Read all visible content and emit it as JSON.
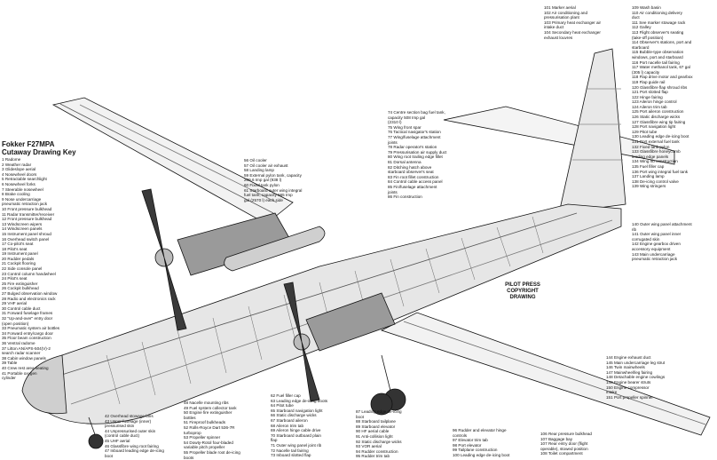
{
  "title": "Fokker F27MPA",
  "subtitle": "Cutaway Drawing Key",
  "watermark": "PILOT PRESS COPYRIGHT DRAWING",
  "key_left": [
    "1 Radome",
    "2 Weather radar",
    "3 Glideslope aerial",
    "4 Nosewheel doors",
    "5 Retractable searchlight",
    "6 Nosewheel forks",
    "7 Steerable nosewheel",
    "8 Brake cooling",
    "9 Nose undercarriage",
    "   pneumatic retraction jack",
    "10 Front pressure bulkhead",
    "11 Radar transmitter/receiver",
    "12 Front pressure bulkhead",
    "13 Windscreen wipers",
    "14 Windscreen panels",
    "15 Instrument panel shroud",
    "16 Overhead switch panel",
    "17 Co-pilot's seat",
    "18 Pilot's seat",
    "19 Instrument panel",
    "20 Rudder pedals",
    "21 Cockpit flooring",
    "22 Side console panel",
    "23 Control column handwheel",
    "24 Pilot's seat",
    "25 Fire extinguisher",
    "26 Cockpit bulkhead",
    "27 Bulged observation window",
    "28 Radio and electronics rack",
    "29 VHF aerial",
    "30 Control cable duct",
    "31 Forward fuselage frames",
    "32 \"Up-and-over\" entry door",
    "   (open position)",
    "33 Pneumatic system air bottles",
    "34 Forward entry/cargo door",
    "35 Floor beam construction",
    "36 Ventral radome",
    "37 Litton AN/APS-504(V)-2",
    "   search radar scanner",
    "38 Cabin window panels",
    "39 Table",
    "40 Crew rest area seating",
    "41 Portable oxygen",
    "   cylinder"
  ],
  "key_bottom1": [
    "42 Overhead stowage bins",
    "43 Upper fuselage (inner)",
    "   pressurised skin",
    "44 Unpressurised outer skin",
    "   (control cable duct)",
    "45 UHF aerial",
    "46 Glassfibre wing root fairing",
    "47 Inboard leading edge de-icing",
    "   boot"
  ],
  "key_bottom2": [
    "48 Nacelle mounting ribs",
    "49 Fuel system collector tank",
    "50 Engine fire extinguisher",
    "   bottles",
    "51 Fireproof bulkheads",
    "52 Rolls-Royce Dart 536-7R",
    "   turboprop",
    "53 Propeller spinner",
    "54 Dowty-Rotol four-bladed",
    "   variable pitch propeller",
    "55 Propeller blade root de-icing",
    "   boots"
  ],
  "key_bottom3": [
    "62 Fuel filler cap",
    "63 Leading edge de-icing boots",
    "64 Pitot tube",
    "65 Starboard navigation light",
    "66 Static discharge wicks",
    "67 Starboard aileron",
    "68 Aileron trim tab",
    "69 Aileron hinge cable drive",
    "70 Starboard outboard plain",
    "   flap",
    "71 Outer wing panel joint rib",
    "72 Nacelle tail fairing",
    "73 Inboard slotted flap"
  ],
  "key_bottom4": [
    "87 Leading edge de-icing",
    "   boot",
    "88 Starboard tailplane",
    "89 Starboard elevator",
    "90 HF aerial cable",
    "91 Anti-collision light",
    "92 Static discharge wicks",
    "93 VOR aerial",
    "94 Rudder construction",
    "95 Rudder trim tab"
  ],
  "key_bottom5": [
    "96 Rudder and elevator hinge",
    "   controls",
    "97 Elevator trim tab",
    "98 Port elevator",
    "99 Tailplane construction",
    "100 Leading edge de-icing boot"
  ],
  "key_bottom6": [
    "106 Rear pressure bulkhead",
    "107 Baggage bay",
    "107 Rear entry door (flight",
    "   operable), stowed position",
    "108 Toilet compartment"
  ],
  "key_mid": [
    "56 Oil cooler",
    "57 Oil cooler air exhaust",
    "58 Landing lamp",
    "59 External pylon tank, capacity",
    "   209.6 Imp gal (938 l)",
    "60 Fixed tank pylon",
    "61 Starboard outer wing integral",
    "   fuel tank, capacity 965 Imp",
    "   gal (2570 l) each side"
  ],
  "key_centre": [
    "74 Centre section bag fuel tank,",
    "   capacity 508 Imp gal",
    "   (2310 l)",
    "75 Wing front spar",
    "76 Tactical navigator's station",
    "77 Wing/fuselage attachment",
    "   joints",
    "78 Radar operator's station",
    "79 Pressurisation air supply duct",
    "80 Wing root trailing edge fillet",
    "81 Dorsal antenna",
    "82 Ditching hatch above",
    "   starboard observer's seat",
    "83 Fin root fillet construction",
    "84 Control cable access panel",
    "85 Fin/fuselage attachment",
    "   joints",
    "86 Fin construction"
  ],
  "key_tr1": [
    "101 Marker aerial",
    "102 Air conditioning and",
    "   pressurisation plant",
    "103 Primary heat exchanger air",
    "   intake duct",
    "104 Secondary heat exchanger",
    "   exhaust louvres"
  ],
  "key_tr2": [
    "109 Wash basin",
    "110 Air conditioning delivery",
    "   duct",
    "111 See marker stowage rack",
    "112 Galley",
    "113 Flight observer's seating",
    "   (take-off position)",
    "114 Observer's stations, port and",
    "   starboard",
    "115 Bubble-type observation",
    "   windows, port and starboard",
    "116 Port nacelle tail fairing",
    "117 Water methanol tank, 67 gal",
    "   (305 l) capacity",
    "118 Flap drive motor and gearbox",
    "119 Flap guide rail",
    "120 Glassfibre flap shroud ribs",
    "121 Port slotted flap",
    "122 Hinge fairing",
    "123 Aileron hinge control",
    "124 Aileron trim tab",
    "125 Port aileron construction",
    "126 Static discharge wicks",
    "127 Glassfibre wing tip fairing",
    "128 Port navigation light",
    "129 Pitot tube",
    "130 Leading edge de-icing boot",
    "131 Port external fuel tank",
    "132 Fixed tank pylon",
    "133 Glassfibre honeycomb",
    "   leading edge panels",
    "134 Wing rib construction",
    "135 Fuel filler cap",
    "136 Port wing integral fuel tank",
    "137 Landing lamp",
    "138 De-icing control valve",
    "139 Wing stringers"
  ],
  "key_tr3": [
    "140 Outer wing panel attachment",
    "   rib",
    "141 Outer wing panel inner",
    "   corrugated skin",
    "142 Engine gearbox driven",
    "   accessory equipment",
    "143 Main undercarriage",
    "   pneumatic retraction jack"
  ],
  "key_br": [
    "144 Engine exhaust duct",
    "145 Main undercarriage leg strut",
    "146 Twin mainwheels",
    "147 Mainwheel/leg fairing",
    "148 Detachable engine cowlings",
    "149 Engine bearer struts",
    "150 Engine compressor",
    "   intake",
    "151 Port propeller spinner"
  ],
  "colors": {
    "line": "#111111",
    "shade": "#9a9a9a",
    "light": "#dcdcdc",
    "dark": "#3a3a3a"
  }
}
